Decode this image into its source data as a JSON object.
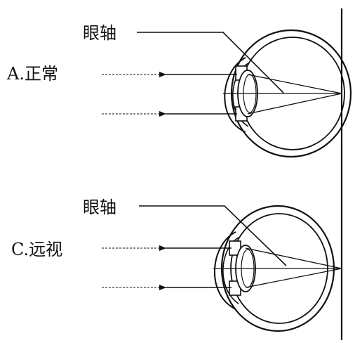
{
  "panels": {
    "top": {
      "case_label": "A.正常",
      "axis_label": "眼轴"
    },
    "bottom": {
      "case_label": "C.远视",
      "axis_label": "眼轴"
    }
  },
  "colors": {
    "ink": "#111111",
    "background": "#ffffff"
  }
}
